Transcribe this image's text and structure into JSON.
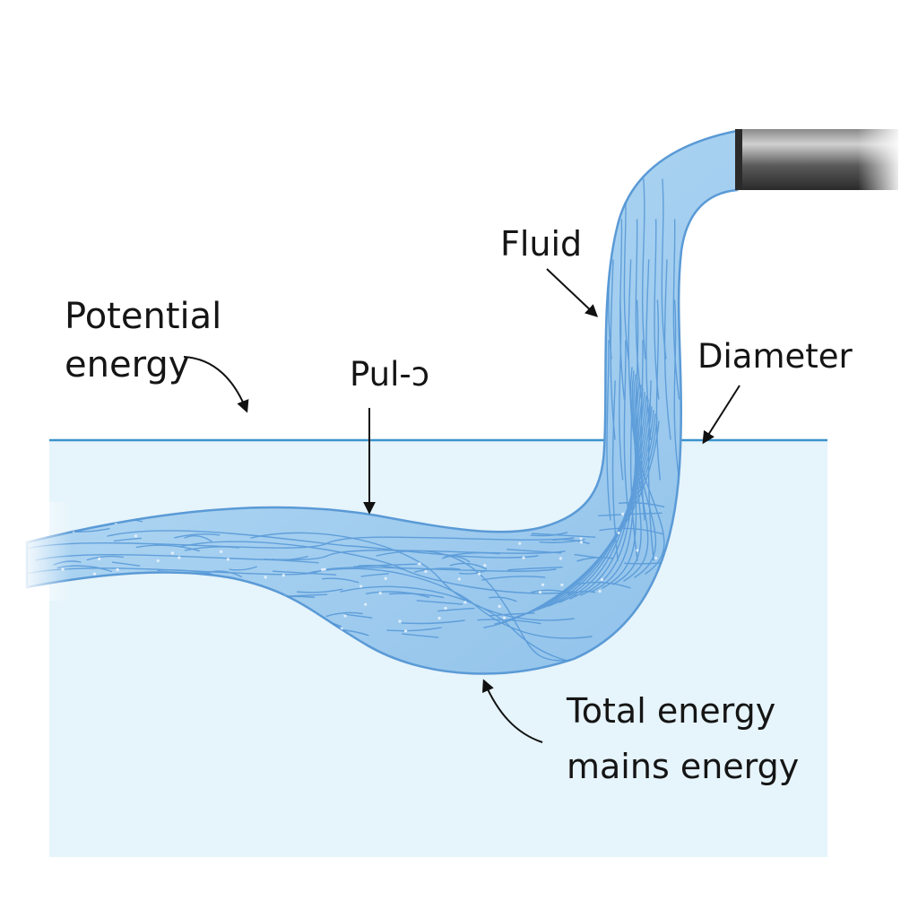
{
  "labels": {
    "fluid": "Fluid",
    "potential_line1": "Potential",
    "potential_line2": "energy",
    "pulse": "Pul-ɔ",
    "diameter": "Diameter",
    "total_line1": "Total energy",
    "total_line2": "mains energy"
  },
  "colors": {
    "background": "#ffffff",
    "tank_fill": "#e6f4fb",
    "water_line": "#3a93cc",
    "stream_fill": "#a9d3f1",
    "stream_streak": "#4a8fd3",
    "pipe_dark": "#3c3c3c",
    "pipe_light": "#b5b5b5",
    "text": "#151515",
    "arrow": "#111111"
  },
  "icons": {
    "pipe": "pipe-icon",
    "arrow": "arrow-icon"
  }
}
